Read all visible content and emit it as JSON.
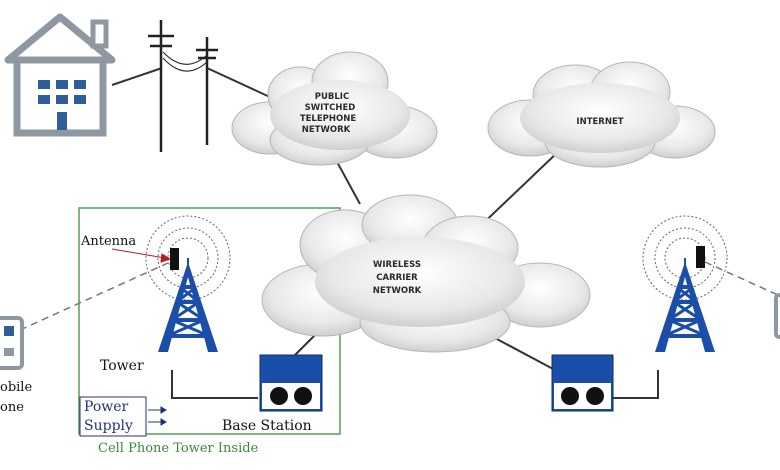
{
  "clouds": {
    "pstn": [
      "PUBLIC",
      "SWITCHED",
      "TELEPHONE",
      "NETWORK"
    ],
    "internet": "INTERNET",
    "wireless": [
      "WIRELESS",
      "CARRIER",
      "NETWORK"
    ]
  },
  "labels": {
    "antenna": "Antenna",
    "tower": "Tower",
    "base_station": "Base Station",
    "power_supply": [
      "Power",
      "Supply"
    ],
    "cell_tower_inside": "Cell Phone Tower Inside",
    "mobile_phone": [
      "obile",
      "one"
    ]
  },
  "colors": {
    "tower_blue": "#1b4ea8",
    "house_gray": "#8e98a2",
    "window_blue": "#2f5f9a",
    "box_green": "#55a055",
    "cloud_fill": "#e6e6e6",
    "caption_green": "#3a8a3a",
    "power_blue": "#23317d"
  }
}
